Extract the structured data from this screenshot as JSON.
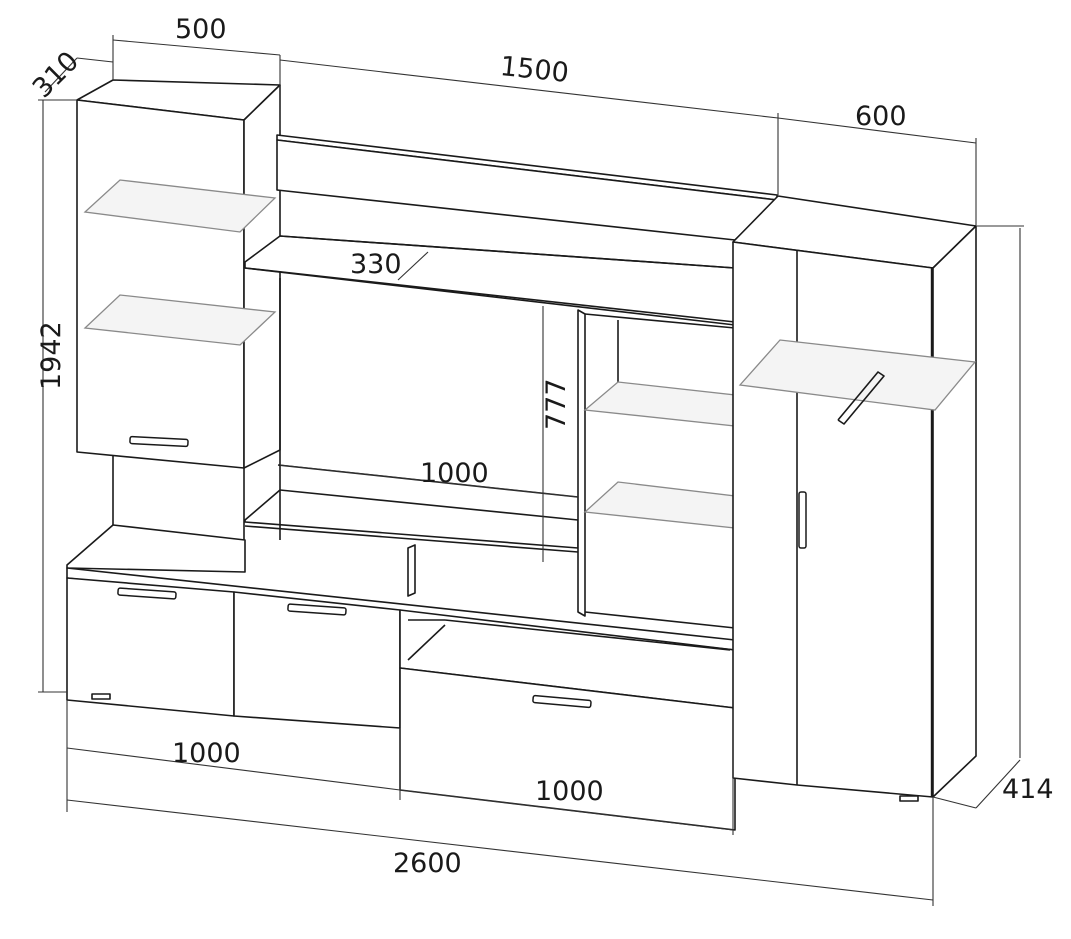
{
  "diagram": {
    "dimensions": {
      "top_left_width": "500",
      "top_left_depth": "310",
      "top_middle_width": "1500",
      "top_right_width": "600",
      "total_height": "1942",
      "shelf_depth": "330",
      "tv_niche_height": "777",
      "tv_niche_width": "1000",
      "bottom_left_width": "1000",
      "bottom_middle_width": "1000",
      "right_depth": "414",
      "total_width": "2600"
    }
  }
}
